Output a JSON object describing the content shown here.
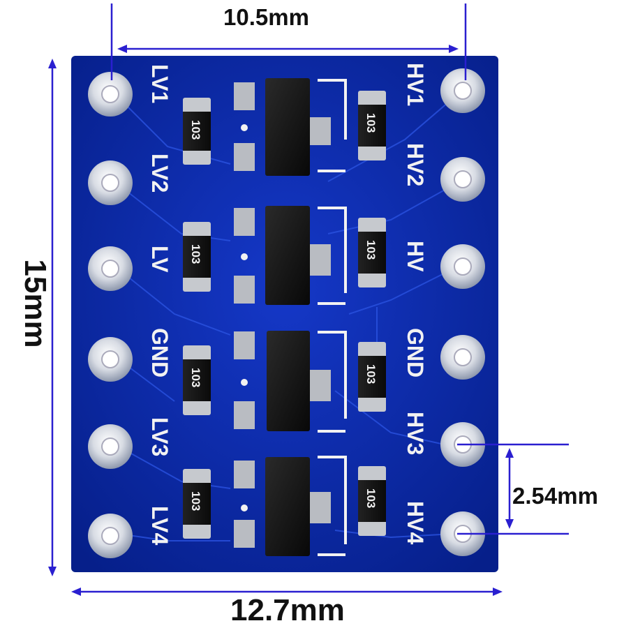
{
  "dimensions": {
    "width_top": "10.5mm",
    "width_bottom": "12.7mm",
    "height": "15mm",
    "pitch": "2.54mm"
  },
  "left_pins": [
    "LV1",
    "LV2",
    "LV",
    "GND",
    "LV3",
    "LV4"
  ],
  "right_pins": [
    "HV1",
    "HV2",
    "HV",
    "GND",
    "HV3",
    "HV4"
  ],
  "resistor_code": "103",
  "colors": {
    "pcb": "#0b2fb0",
    "dimension_lines": "#2a1fd0",
    "silkscreen": "#f2f2f2"
  }
}
